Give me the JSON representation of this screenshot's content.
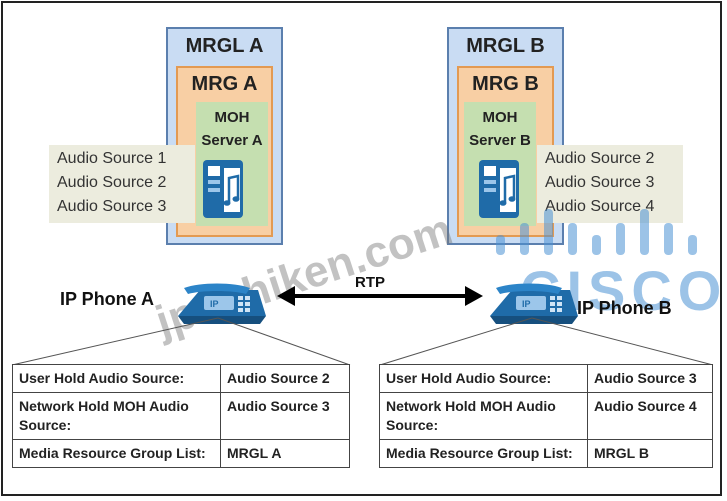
{
  "left": {
    "mrgl_label": "MRGL A",
    "mrg_label": "MRG A",
    "moh_line1": "MOH",
    "moh_line2": "Server  A",
    "audio_sources": [
      "Audio Source 1",
      "Audio Source 2",
      "Audio Source 3"
    ],
    "phone_label": "IP Phone A",
    "table": [
      [
        "User Hold Audio Source:",
        "Audio Source 2"
      ],
      [
        "Network Hold MOH Audio Source:",
        "Audio Source 3"
      ],
      [
        "Media Resource Group List:",
        "MRGL A"
      ]
    ]
  },
  "right": {
    "mrgl_label": "MRGL B",
    "mrg_label": "MRG B",
    "moh_line1": "MOH",
    "moh_line2": "Server  B",
    "audio_sources": [
      "Audio Source 2",
      "Audio Source 3",
      "Audio Source 4"
    ],
    "phone_label": "IP Phone B",
    "table": [
      [
        "User Hold Audio Source:",
        "Audio Source 3"
      ],
      [
        "Network Hold MOH Audio Source:",
        "Audio Source 4"
      ],
      [
        "Media Resource Group List:",
        "MRGL B"
      ]
    ]
  },
  "link_label": "RTP",
  "watermark": "jpnshiken.com",
  "brand": "CISCO",
  "colors": {
    "mrgl_fill": "#c9dcf3",
    "mrg_fill": "#f8cfa4",
    "moh_fill": "#c5dfb0",
    "source_fill": "#ececde",
    "phone_blue": "#1f6ba8"
  }
}
